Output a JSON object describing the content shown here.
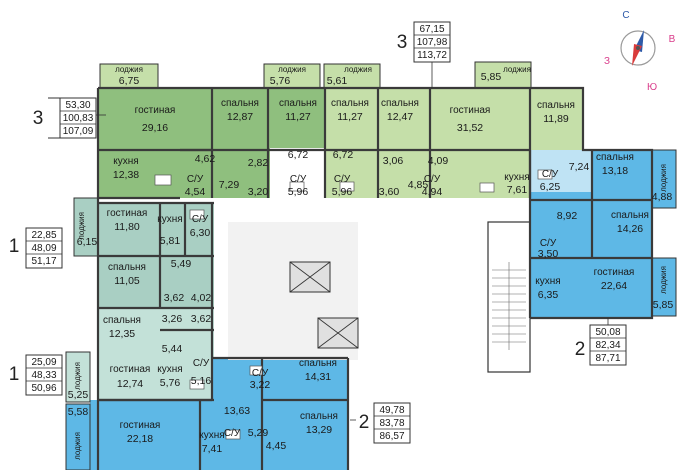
{
  "compass": {
    "n": "С",
    "e": "В",
    "s": "Ю",
    "w": "З",
    "icon": "compass-icon"
  },
  "colors": {
    "green_dark": "#8fbf7e",
    "green_light": "#c5dfa9",
    "teal": "#a9cfc3",
    "blue": "#5eb8e6",
    "light_blue": "#bfe3f4",
    "walls": "#3a3a3a",
    "core": "#e5e5e5"
  },
  "apartments": [
    {
      "rooms": "3",
      "area_living": "53,30",
      "area_total": "100,83",
      "area_full": "107,09"
    },
    {
      "rooms": "3",
      "area_living": "67,15",
      "area_total": "107,98",
      "area_full": "113,72"
    },
    {
      "rooms": "1",
      "area_living": "22,85",
      "area_total": "48,09",
      "area_full": "51,17"
    },
    {
      "rooms": "1",
      "area_living": "25,09",
      "area_total": "48,33",
      "area_full": "50,96"
    },
    {
      "rooms": "2",
      "area_living": "50,08",
      "area_total": "82,34",
      "area_full": "87,71"
    },
    {
      "rooms": "2",
      "area_living": "49,78",
      "area_total": "83,78",
      "area_full": "86,57"
    }
  ],
  "rooms": [
    {
      "name": "гостиная",
      "area": "29,16"
    },
    {
      "name": "спальня",
      "area": "12,87"
    },
    {
      "name": "спальня",
      "area": "11,27"
    },
    {
      "name": "спальня",
      "area": "11,27"
    },
    {
      "name": "спальня",
      "area": "12,47"
    },
    {
      "name": "гостиная",
      "area": "31,52"
    },
    {
      "name": "спальня",
      "area": "11,89"
    },
    {
      "name": "кухня",
      "area": "12,38"
    },
    {
      "name": "С/У",
      "area": "4,54"
    },
    {
      "name": "С/У",
      "area": "5,96"
    },
    {
      "name": "С/У",
      "area": "5,96"
    },
    {
      "name": "С/У",
      "area": "4,94"
    },
    {
      "name": "кухня",
      "area": "7,61"
    },
    {
      "name": "С/У",
      "area": "6,25"
    },
    {
      "name": "спальня",
      "area": "13,18"
    },
    {
      "name": "гостиная",
      "area": "11,80"
    },
    {
      "name": "кухня",
      "area": "5,81"
    },
    {
      "name": "С/У",
      "area": "6,30"
    },
    {
      "name": "спальня",
      "area": "14,26"
    },
    {
      "name": "спальня",
      "area": "11,05"
    },
    {
      "name": "С/У",
      "area": "3,50"
    },
    {
      "name": "кухня",
      "area": "6,35"
    },
    {
      "name": "гостиная",
      "area": "22,64"
    },
    {
      "name": "спальня",
      "area": "12,35"
    },
    {
      "name": "гостиная",
      "area": "12,74"
    },
    {
      "name": "кухня",
      "area": "5,76"
    },
    {
      "name": "С/У",
      "area": "5,16"
    },
    {
      "name": "С/У",
      "area": "3,22"
    },
    {
      "name": "спальня",
      "area": "14,31"
    },
    {
      "name": "спальня",
      "area": "13,29"
    },
    {
      "name": "гостиная",
      "area": "22,18"
    },
    {
      "name": "кухня",
      "area": "7,41"
    },
    {
      "name": "С/У",
      "area": "5,29"
    }
  ],
  "areas": [
    "4,62",
    "2,82",
    "6,72",
    "6,72",
    "3,06",
    "4,09",
    "7,29",
    "3,20",
    "3,60",
    "4,85",
    "7,24",
    "8,92",
    "5,49",
    "3,62",
    "4,02",
    "3,26",
    "3,62",
    "5,44",
    "13,63",
    "4,45"
  ],
  "loggias": [
    {
      "name": "лоджия",
      "area": "6,75"
    },
    {
      "name": "лоджия",
      "area": "5,76"
    },
    {
      "name": "лоджия",
      "area": "5,61"
    },
    {
      "name": "лоджия",
      "area": "5,85"
    },
    {
      "name": "лоджия",
      "area": "6,15"
    },
    {
      "name": "лоджия",
      "area": "4,88"
    },
    {
      "name": "лоджия",
      "area": "5,85"
    },
    {
      "name": "лоджия",
      "area": "5,25"
    },
    {
      "name": "лоджия",
      "area": "5,58"
    }
  ]
}
